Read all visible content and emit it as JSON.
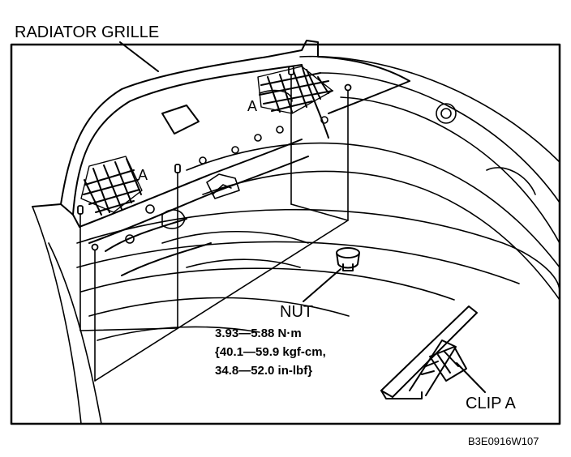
{
  "labels": {
    "radiator_grille": "RADIATOR GRILLE",
    "nut": "NUT",
    "clip_a": "CLIP A",
    "callout_a_left": "A",
    "callout_a_right": "A",
    "torque_line1": "3.93—5.88 N·m",
    "torque_line2": "{40.1—59.9 kgf-cm,",
    "torque_line3": "34.8—52.0 in-lbf}",
    "figure_code": "B3E0916W107"
  },
  "colors": {
    "ink": "#000000",
    "paper": "#ffffff"
  }
}
